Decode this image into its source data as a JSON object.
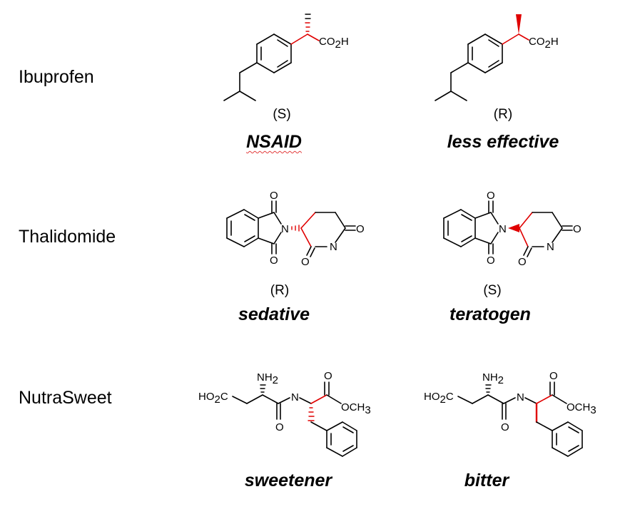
{
  "rows": [
    {
      "name": "Ibuprofen",
      "left": {
        "config": "(S)",
        "effect": "NSAID"
      },
      "right": {
        "config": "(R)",
        "effect": "less effective"
      }
    },
    {
      "name": "Thalidomide",
      "left": {
        "config": "(R)",
        "effect": "sedative"
      },
      "right": {
        "config": "(S)",
        "effect": "teratogen"
      }
    },
    {
      "name": "NutraSweet",
      "left": {
        "config": "",
        "effect": "sweetener"
      },
      "right": {
        "config": "",
        "effect": "bitter"
      }
    }
  ],
  "atom_labels": {
    "co2h": "CO",
    "co2h_sub": "2",
    "h": "H",
    "n": "N",
    "o": "O",
    "nh2": "NH",
    "nh2_sub": "2",
    "ho2c": "HO",
    "ho2c_sub": "2",
    "ho2c_c": "C",
    "och3": "OCH",
    "och3_sub": "3"
  },
  "colors": {
    "stereocenter": "#e00000",
    "spellcheck": "#e23b3b"
  }
}
